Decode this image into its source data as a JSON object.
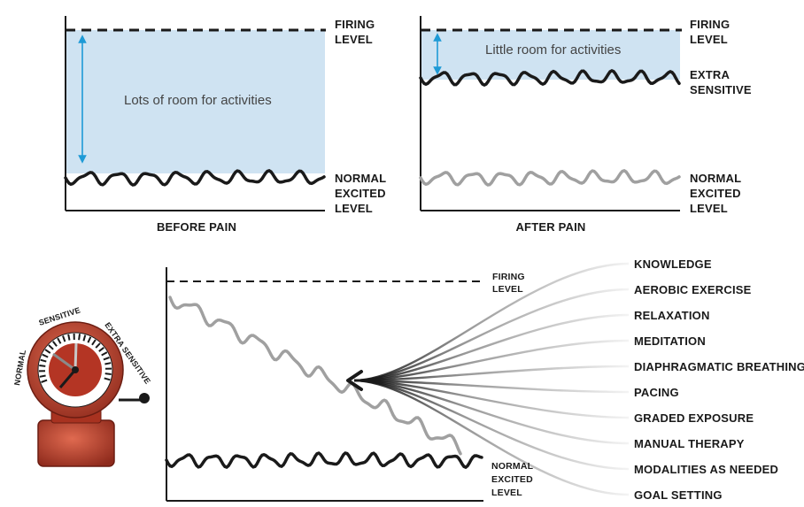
{
  "top_left": {
    "caption": "BEFORE PAIN",
    "firing_label": [
      "FIRING",
      "LEVEL"
    ],
    "room_label": "Lots of room for activities",
    "baseline_label": [
      "NORMAL",
      "EXCITED",
      "LEVEL"
    ]
  },
  "top_right": {
    "caption": "AFTER PAIN",
    "firing_label": [
      "FIRING",
      "LEVEL"
    ],
    "room_label": "Little room for activities",
    "sensitive_label": [
      "EXTRA",
      "SENSITIVE"
    ],
    "baseline_label": [
      "NORMAL",
      "EXCITED",
      "LEVEL"
    ]
  },
  "bottom": {
    "firing_label": [
      "FIRING",
      "LEVEL"
    ],
    "baseline_label": [
      "NORMAL",
      "EXCITED",
      "LEVEL"
    ],
    "treatments": [
      "KNOWLEDGE",
      "AEROBIC EXERCISE",
      "RELAXATION",
      "MEDITATION",
      "DIAPHRAGMATIC BREATHING",
      "PACING",
      "GRADED EXPOSURE",
      "MANUAL THERAPY",
      "MODALITIES AS NEEDED",
      "GOAL SETTING"
    ]
  },
  "alarm": {
    "labels": [
      "NORMAL",
      "SENSITIVE",
      "EXTRA SENSITIVE"
    ]
  },
  "colors": {
    "room_fill": "#cfe3f2",
    "arrow": "#1e9ad6",
    "ink": "#1a1a1a",
    "gray_wave": "#a0a0a0",
    "bell_red": "#c0392b"
  }
}
